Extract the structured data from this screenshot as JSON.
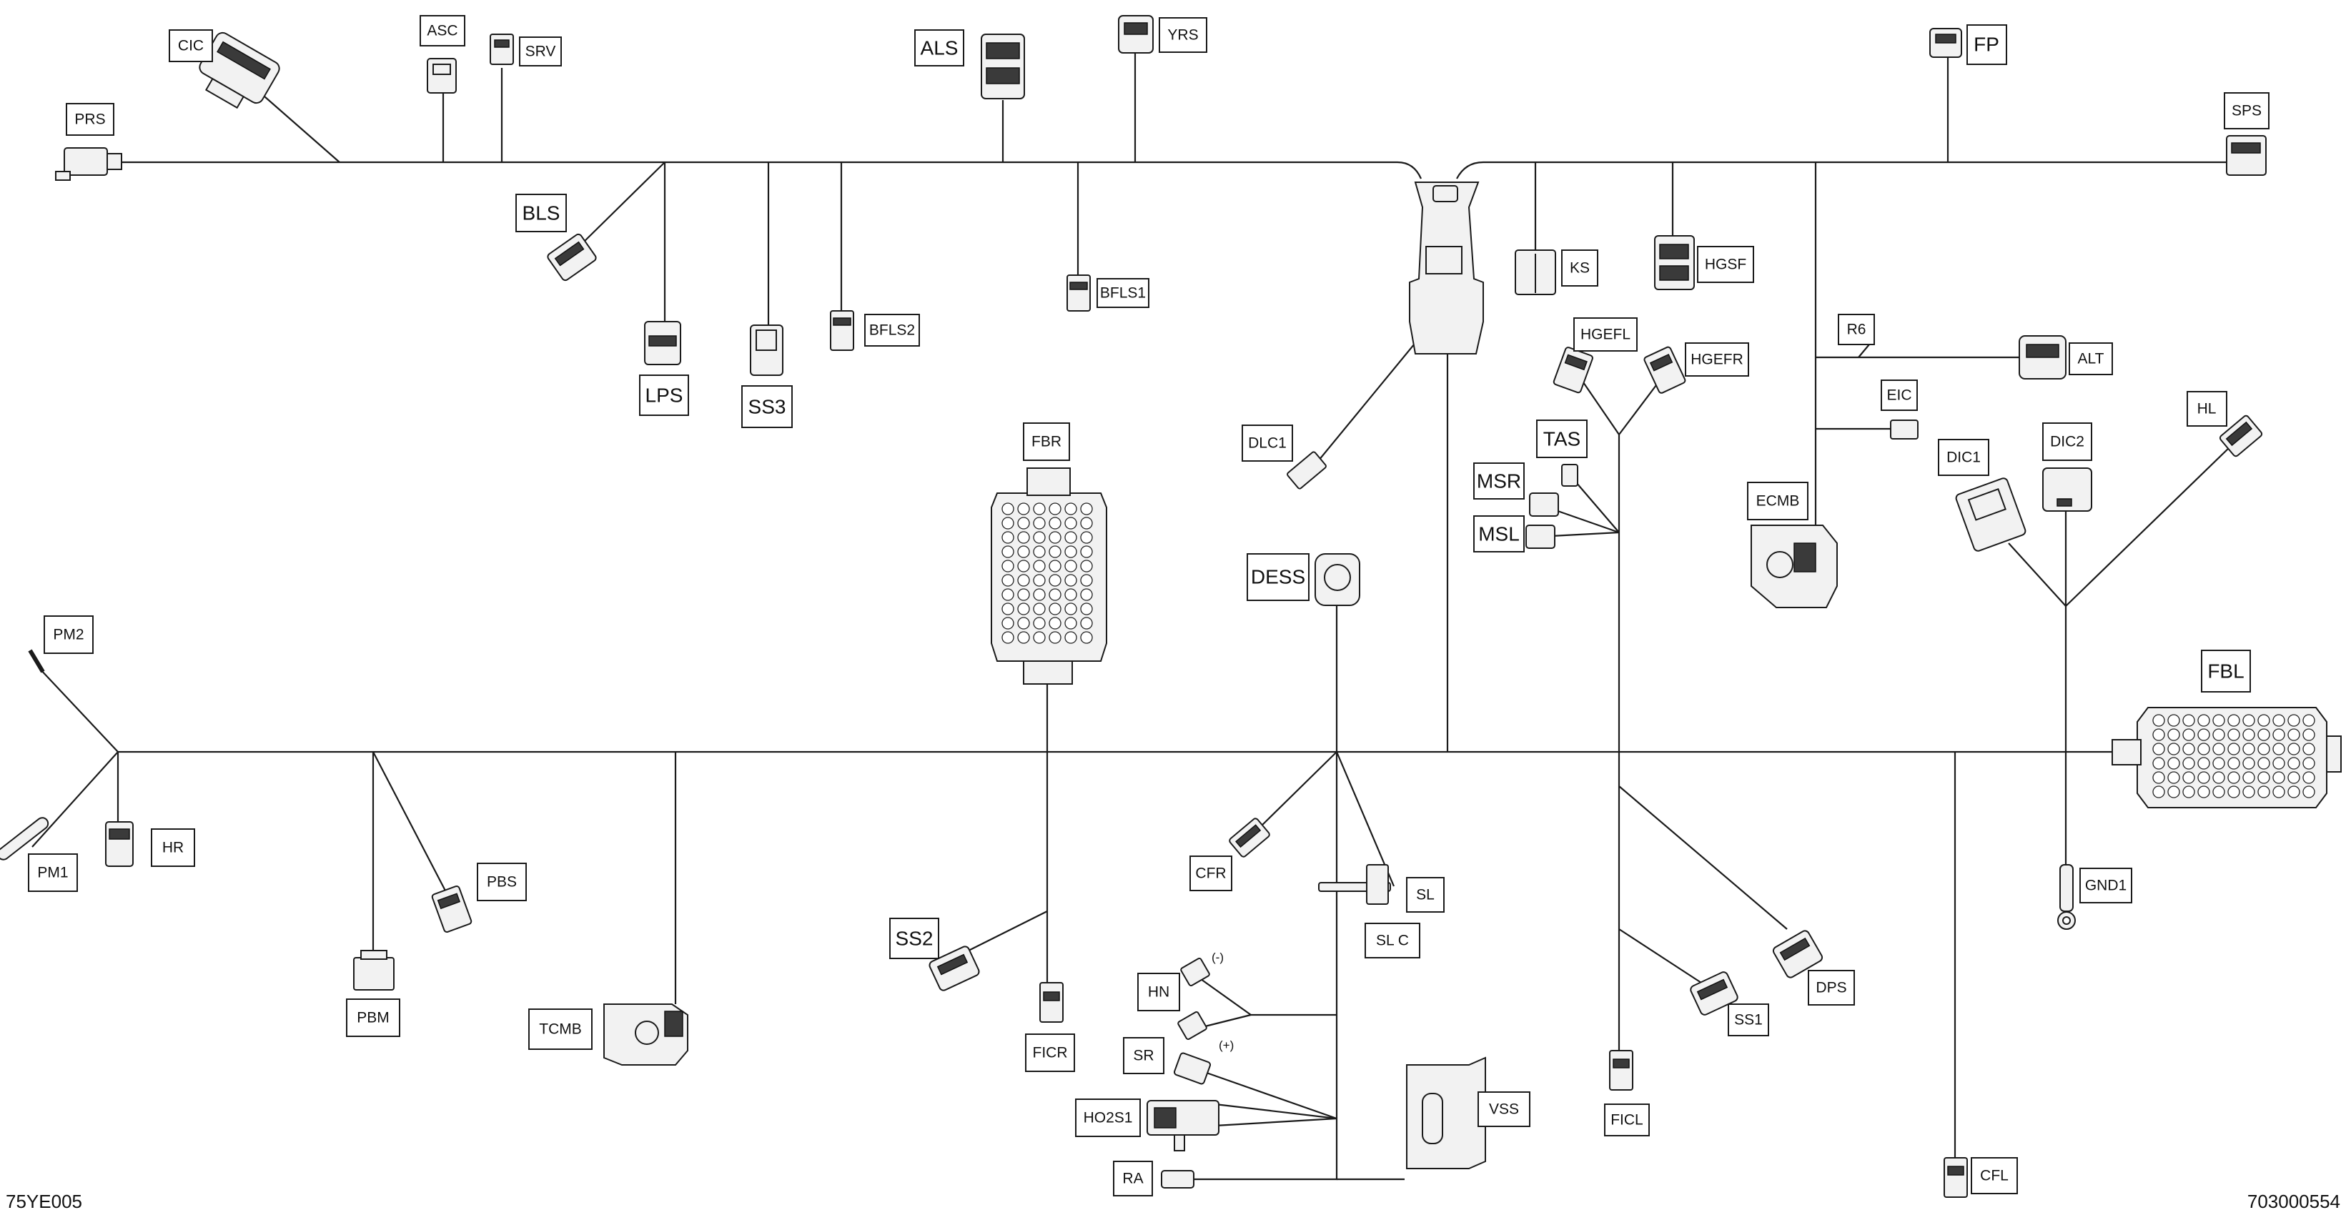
{
  "labels": {
    "PRS": "PRS",
    "CIC": "CIC",
    "ASC": "ASC",
    "SRV": "SRV",
    "ALS": "ALS",
    "YRS": "YRS",
    "FP": "FP",
    "SPS": "SPS",
    "BLS": "BLS",
    "LPS": "LPS",
    "SS3": "SS3",
    "BFLS2": "BFLS2",
    "BFLS1": "BFLS1",
    "KS": "KS",
    "HGSF": "HGSF",
    "R6": "R6",
    "ALT": "ALT",
    "HGEFL": "HGEFL",
    "HGEFR": "HGEFR",
    "EIC": "EIC",
    "HL": "HL",
    "DIC1": "DIC1",
    "DIC2": "DIC2",
    "DLC1": "DLC1",
    "TAS": "TAS",
    "MSR": "MSR",
    "MSL": "MSL",
    "ECMB": "ECMB",
    "FBR": "FBR",
    "DESS": "DESS",
    "FBL": "FBL",
    "PM2": "PM2",
    "PM1": "PM1",
    "HR": "HR",
    "PBS": "PBS",
    "PBM": "PBM",
    "TCMB": "TCMB",
    "SS2": "SS2",
    "FICR": "FICR",
    "CFR": "CFR",
    "SL": "SL",
    "SL_C": "SL C",
    "HN": "HN",
    "SR": "SR",
    "HO2S1": "HO2S1",
    "RA": "RA",
    "VSS": "VSS",
    "FICL": "FICL",
    "SS1": "SS1",
    "DPS": "DPS",
    "GND1": "GND1",
    "CFL": "CFL"
  },
  "signs": {
    "minus": "(-)",
    "plus": "(+)"
  },
  "footer": {
    "left_code": "75YE005",
    "right_code": "703000554"
  },
  "colors": {
    "line": "#1a1a1a",
    "connector_fill": "#f2f2f2",
    "connector_dark": "#3a3a3a",
    "background": "#ffffff"
  },
  "icons": [
    "connector-icon",
    "ground-ring-terminal-icon",
    "fuse-box-icon",
    "module-icon"
  ]
}
